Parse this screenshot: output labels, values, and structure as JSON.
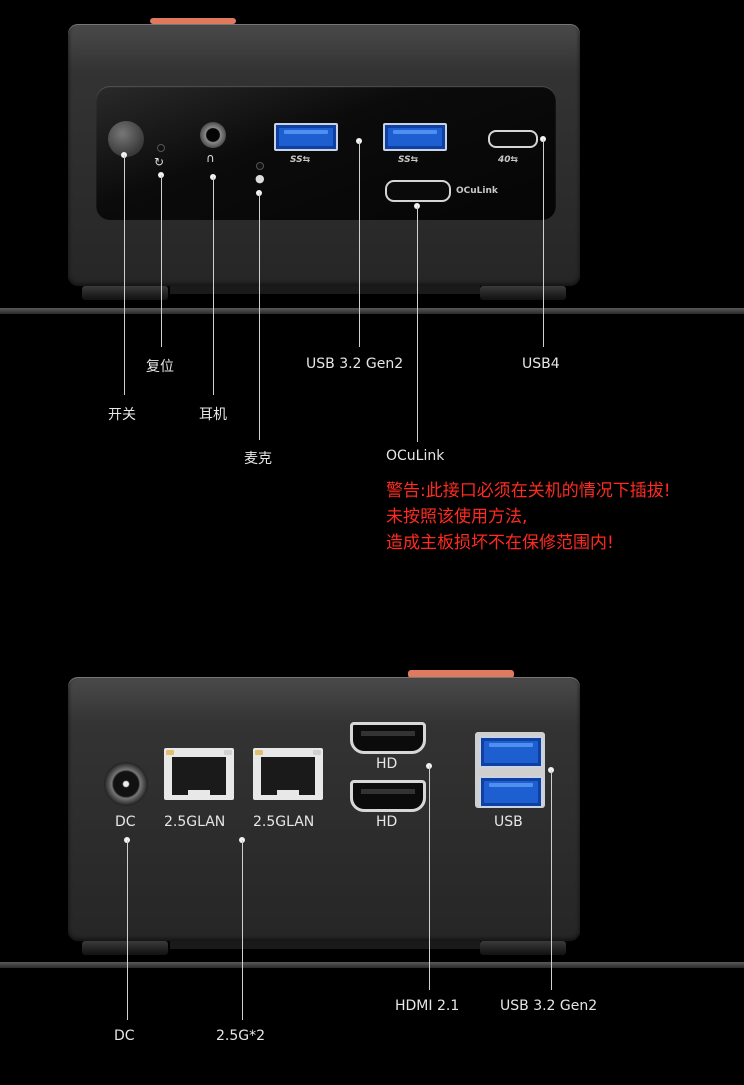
{
  "front": {
    "labels": {
      "power": "开关",
      "reset": "复位",
      "headphone": "耳机",
      "mic": "麦克",
      "usb32": "USB 3.2 Gen2",
      "usb4": "USB4",
      "oculink": "OCuLink"
    },
    "port_marks": {
      "ss1": "SS⇆",
      "ss2": "SS⇆",
      "usb4_speed": "40⇆",
      "oculink_mark": "OCuLink"
    },
    "warning_lines": [
      "警告:此接口必须在关机的情况下插拔!",
      "未按照该使用方法,",
      "造成主板损坏不在保修范围内!"
    ]
  },
  "rear": {
    "port_marks": {
      "dc": "DC",
      "lan1": "2.5GLAN",
      "lan2": "2.5GLAN",
      "hd1": "HD",
      "hd2": "HD",
      "usb": "USB"
    },
    "labels": {
      "dc": "DC",
      "lan": "2.5G*2",
      "hdmi": "HDMI 2.1",
      "usb32": "USB 3.2 Gen2"
    }
  },
  "colors": {
    "background": "#000000",
    "warning": "#ff2a20",
    "usb_blue": "#1d5fd0",
    "accent_top": "#e07a5f"
  }
}
